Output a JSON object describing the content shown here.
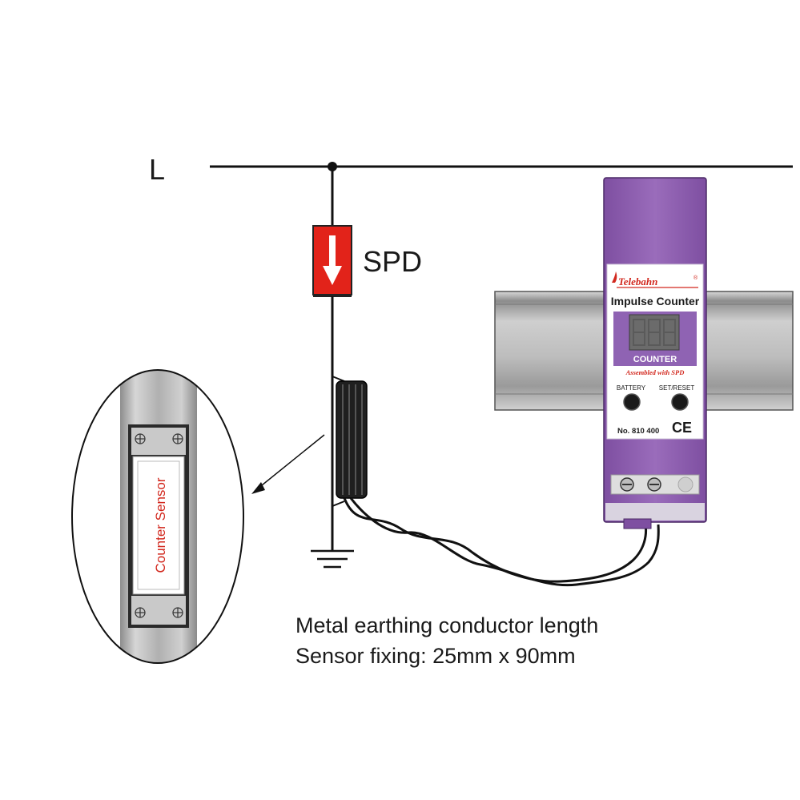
{
  "diagram": {
    "line_label": "L",
    "spd_label": "SPD",
    "notes": {
      "line1": "Metal earthing conductor length",
      "line2": "Sensor fixing: 25mm x 90mm"
    },
    "sensor": {
      "label": "Counter Sensor"
    },
    "counter_device": {
      "brand": "Telebahn",
      "brand_mark": "®",
      "title": "Impulse Counter",
      "display_label": "COUNTER",
      "subtitle": "Assembled with SPD",
      "battery_label": "BATTERY",
      "set_reset_label": "SET/RESET",
      "model_number": "No. 810 400",
      "ce_mark": "CE"
    }
  },
  "colors": {
    "spd_red": "#e2231a",
    "device_purple": "#8a5bab",
    "device_purple_dark": "#6d3f8f",
    "brand_red": "#d2281e",
    "pipe_gray": "#b8b8b8",
    "sensor_text_red": "#d2281e"
  }
}
